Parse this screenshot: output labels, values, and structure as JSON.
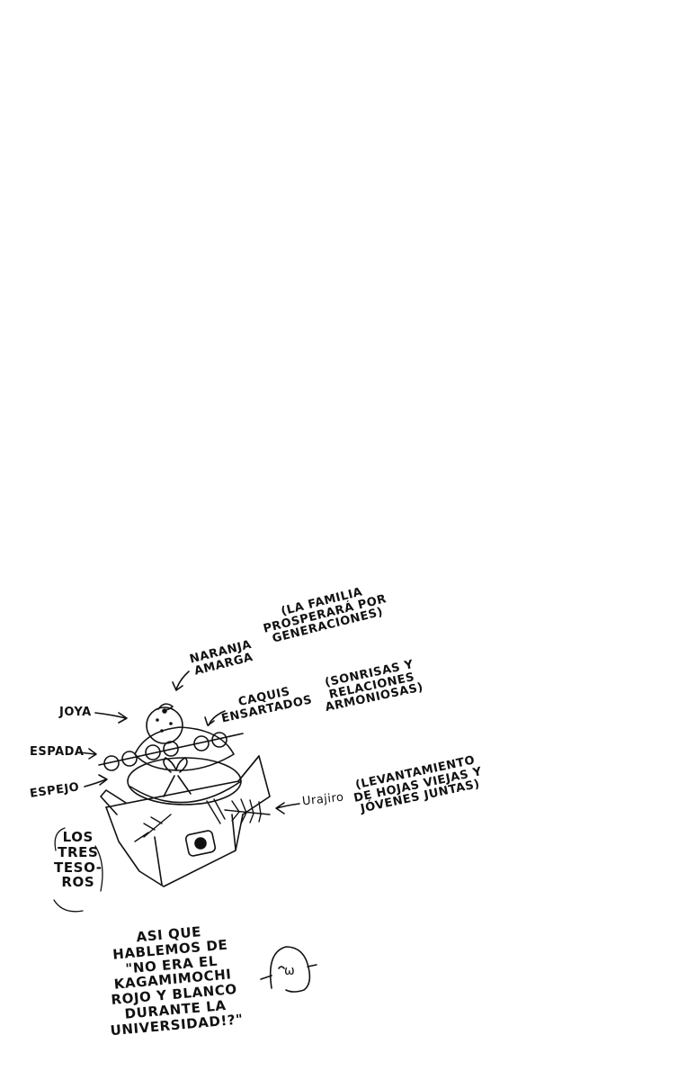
{
  "colors": {
    "ink": "#111111",
    "paper": "#ffffff"
  },
  "labels": {
    "familia": [
      "(LA FAMILIA",
      "PROSPERARÁ POR",
      "GENERACIONES)"
    ],
    "naranja": [
      "NARANJA",
      "AMARGA"
    ],
    "caquis": [
      "CAQUIS",
      "ENSARTADOS"
    ],
    "sonrisas": [
      "(SONRISAS Y",
      "RELACIONES",
      "ARMONIOSAS)"
    ],
    "joya": "JOYA",
    "espada": "ESPADA",
    "espejo": "ESPEJO",
    "urajiro": "Urajiro",
    "levantamiento": [
      "(LEVANTAMIENTO",
      "DE HOJAS VIEJAS Y",
      "JÓVENES JUNTAS)"
    ],
    "tesoros": [
      "LOS",
      "TRES",
      "TESO-",
      "ROS"
    ],
    "comment": [
      "ASI QUE",
      "HABLEMOS DE",
      "\"NO ERA EL",
      "KAGAMIMOCHI",
      "ROJO Y BLANCO",
      "DURANTE LA",
      "UNIVERSIDAD!?\""
    ],
    "face": "ω"
  }
}
